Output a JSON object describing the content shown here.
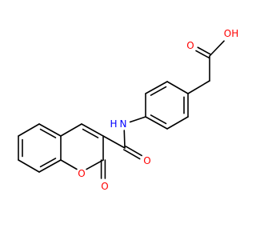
{
  "molecule": {
    "atoms": [
      {
        "id": "O_carbonyl_acid",
        "text": "O",
        "color": "#ff0000"
      },
      {
        "id": "OH_acid",
        "text": "OH",
        "color": "#ff0000"
      },
      {
        "id": "N_amide",
        "text": "N",
        "color": "#0000ff"
      },
      {
        "id": "H_amide",
        "text": "H",
        "color": "#0000ff"
      },
      {
        "id": "O_amide",
        "text": "O",
        "color": "#ff0000"
      },
      {
        "id": "O_lactone_carbonyl",
        "text": "O",
        "color": "#ff0000"
      },
      {
        "id": "O_ring",
        "text": "O",
        "color": "#ff0000"
      }
    ],
    "bond_color": "#000000"
  }
}
